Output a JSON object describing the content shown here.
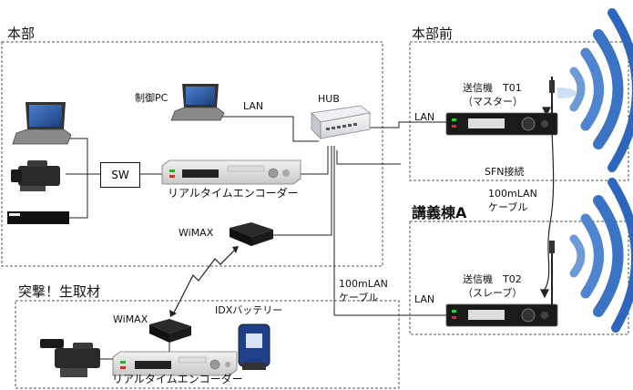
{
  "regions": {
    "headquarters": "本部",
    "front_of_hq": "本部前",
    "lecture_building": "講義棟A",
    "field_reporting": "突撃！生取材"
  },
  "devices": {
    "control_pc": "制御PC",
    "hub": "HUB",
    "switcher": "SW",
    "encoder_hq": "リアルタイムエンコーダー",
    "encoder_field": "リアルタイムエンコーダー",
    "wimax_hq": "WiMAX",
    "wimax_field": "WiMAX",
    "battery": "IDXバッテリー",
    "tx1_title": "送信機　T01",
    "tx1_role": "（マスター）",
    "tx2_title": "送信機　T02",
    "tx2_role": "（スレーブ）"
  },
  "links": {
    "lan_pc": "LAN",
    "lan_tx1": "LAN",
    "lan_tx2": "LAN",
    "sfn": "SFN接続",
    "cable_right_1": "100mLAN",
    "cable_right_2": "ケーブル",
    "cable_mid_1": "100mLAN",
    "cable_mid_2": "ケーブル"
  },
  "colors": {
    "wave_dark": "#3a72c4",
    "wave_light": "#cfe0f4",
    "line": "#222222",
    "dashed": "#555555"
  }
}
